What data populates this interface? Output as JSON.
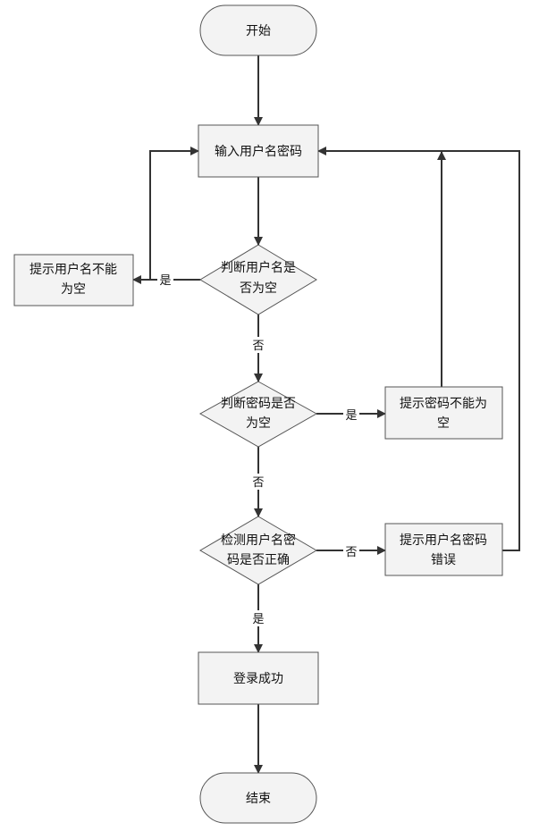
{
  "nodes": {
    "start": "开始",
    "input": "输入用户名密码",
    "check_user_1": "判断用户名是",
    "check_user_2": "否为空",
    "user_empty_1": "提示用户名不能",
    "user_empty_2": "为空",
    "check_pwd_1": "判断密码是否",
    "check_pwd_2": "为空",
    "pwd_empty_1": "提示密码不能为",
    "pwd_empty_2": "空",
    "verify_1": "检测用户名密",
    "verify_2": "码是否正确",
    "wrong_1": "提示用户名密码",
    "wrong_2": "错误",
    "success": "登录成功",
    "end": "结束"
  },
  "edges": {
    "user_yes": "是",
    "user_no": "否",
    "pwd_yes": "是",
    "pwd_no": "否",
    "verify_no": "否",
    "verify_yes": "是"
  }
}
